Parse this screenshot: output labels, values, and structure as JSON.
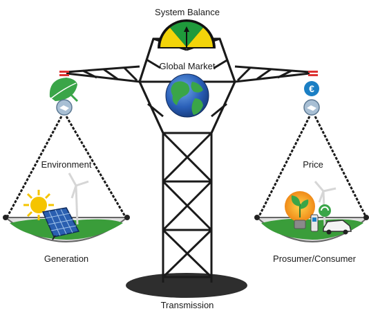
{
  "labels": {
    "top": "System Balance",
    "center": "Global Market",
    "left_top": "Environment",
    "left_bottom": "Generation",
    "right_top": "Price",
    "right_bottom": "Prosumer/Consumer",
    "bottom": "Transmission"
  },
  "icons": {
    "gauge": "balance-gauge-icon",
    "globe": "globe-icon",
    "leaf": "leaf-icon",
    "euro": "euro-coin-icon",
    "handshake": "handshake-icon",
    "sun": "sun-icon",
    "solar_panel": "solar-panel-icon",
    "wind_turbine": "wind-turbine-icon",
    "plant": "plant-icon",
    "ev_car": "electric-car-icon",
    "charger": "charging-station-icon",
    "recycle": "recycle-icon"
  },
  "colors": {
    "gauge_green": "#1f9a3b",
    "gauge_yellow": "#f2d40a",
    "leaf_green": "#3aa548",
    "euro_blue": "#1b7fc4",
    "ground_green": "#3a9d3a",
    "structure": "#1a1a1a",
    "shadow": "#333333",
    "orange_disc": "#f0a020"
  }
}
